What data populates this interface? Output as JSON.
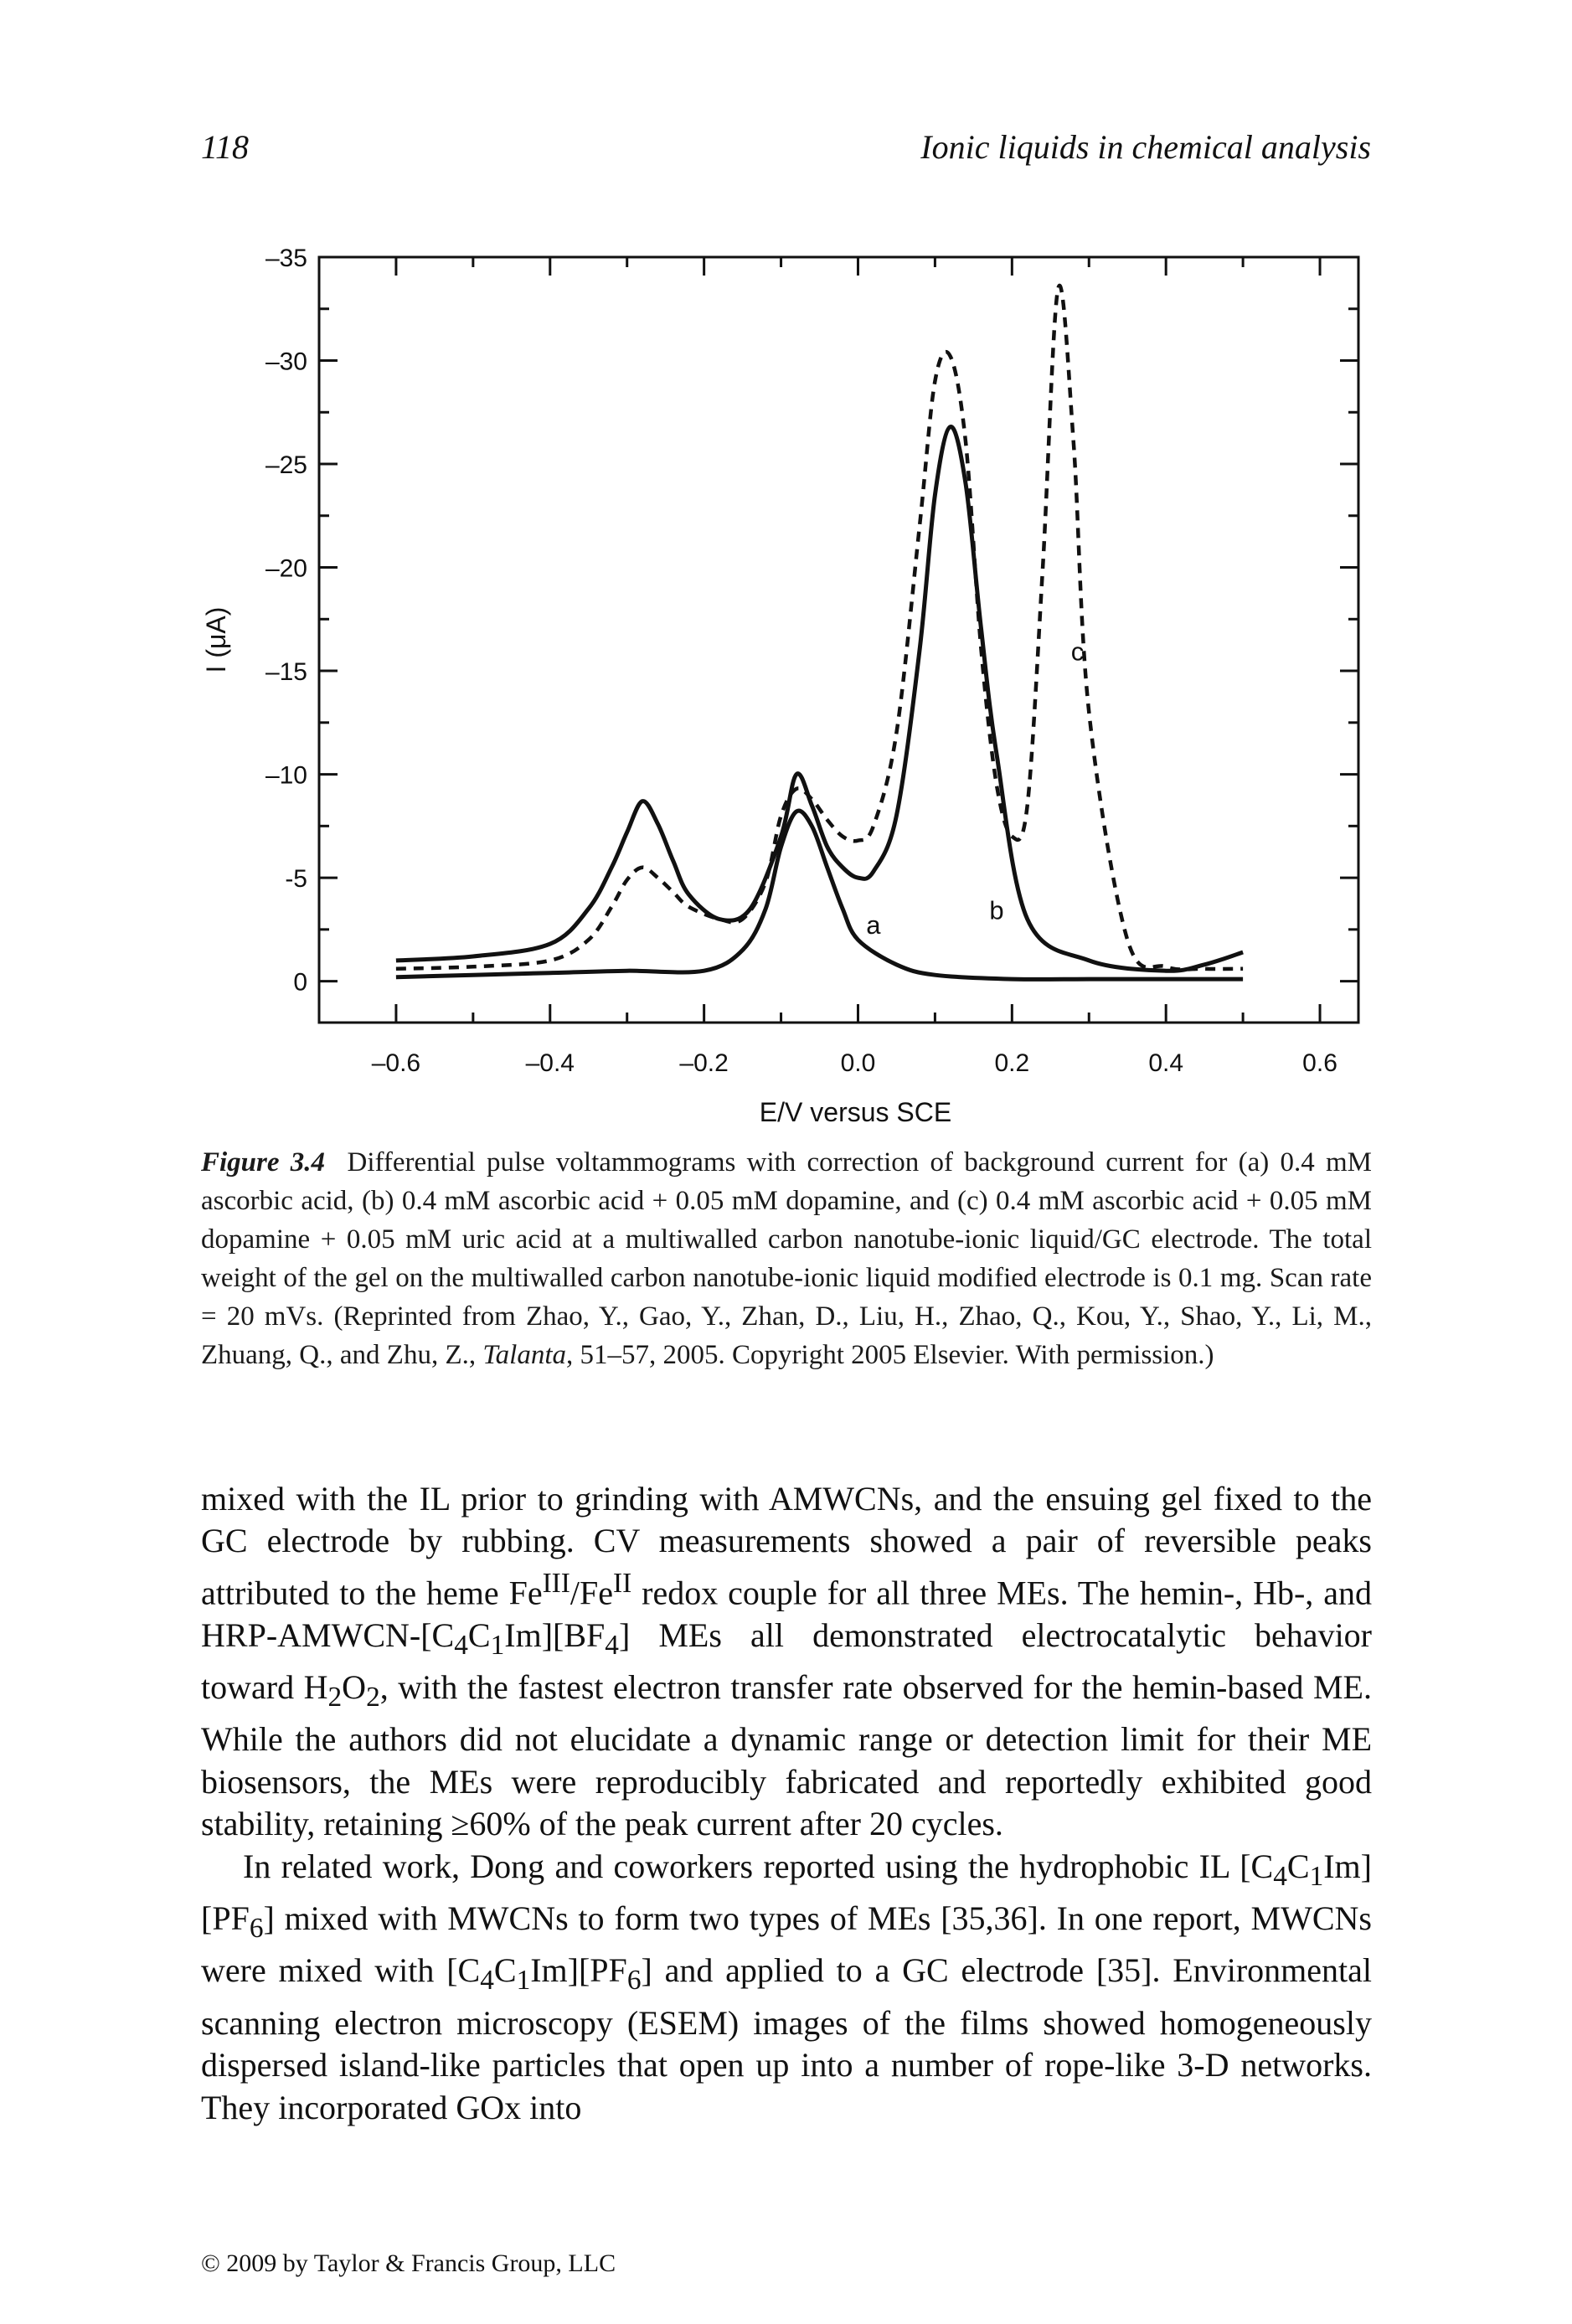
{
  "header": {
    "page_number": "118",
    "book_title": "Ionic liquids in chemical analysis"
  },
  "chart_data": {
    "type": "line",
    "xlabel": "E/V versus SCE",
    "ylabel": "I (μA)",
    "xlim": [
      -0.7,
      0.65
    ],
    "ylim": [
      2,
      -35
    ],
    "x_ticks": [
      -0.6,
      -0.4,
      -0.2,
      0.0,
      0.2,
      0.4,
      0.6
    ],
    "x_tick_labels": [
      "–0.6",
      "–0.4",
      "–0.2",
      "0.0",
      "0.2",
      "0.4",
      "0.6"
    ],
    "y_ticks": [
      0,
      -5,
      -10,
      -15,
      -20,
      -25,
      -30,
      -35
    ],
    "y_tick_labels": [
      "0",
      "-5",
      "–10",
      "–15",
      "–20",
      "–25",
      "–30",
      "–35"
    ],
    "grid": false,
    "series": [
      {
        "name": "a",
        "style": "solid",
        "x": [
          -0.6,
          -0.5,
          -0.4,
          -0.3,
          -0.2,
          -0.15,
          -0.12,
          -0.1,
          -0.08,
          -0.06,
          -0.04,
          -0.02,
          0.0,
          0.05,
          0.1,
          0.2,
          0.3,
          0.4,
          0.5
        ],
        "y": [
          -0.2,
          -0.3,
          -0.4,
          -0.5,
          -0.5,
          -1.5,
          -3.5,
          -6.5,
          -8.2,
          -7.5,
          -5.5,
          -3.5,
          -2.0,
          -0.8,
          -0.3,
          -0.1,
          -0.1,
          -0.1,
          -0.1
        ]
      },
      {
        "name": "b",
        "style": "solid",
        "x": [
          -0.6,
          -0.5,
          -0.4,
          -0.35,
          -0.32,
          -0.3,
          -0.28,
          -0.26,
          -0.24,
          -0.22,
          -0.18,
          -0.14,
          -0.1,
          -0.08,
          -0.06,
          -0.04,
          -0.02,
          0.0,
          0.02,
          0.05,
          0.08,
          0.1,
          0.12,
          0.14,
          0.16,
          0.18,
          0.22,
          0.3,
          0.4,
          0.45,
          0.5
        ],
        "y": [
          -1.0,
          -1.2,
          -1.8,
          -3.5,
          -5.5,
          -7.2,
          -8.7,
          -7.6,
          -5.8,
          -4.2,
          -3.0,
          -3.5,
          -7.0,
          -10.0,
          -8.5,
          -6.5,
          -5.5,
          -5.0,
          -5.3,
          -8.0,
          -16.0,
          -23.5,
          -26.8,
          -24.0,
          -17.0,
          -11.0,
          -3.0,
          -1.0,
          -0.5,
          -0.8,
          -1.4
        ]
      },
      {
        "name": "c",
        "style": "dashed",
        "x": [
          -0.6,
          -0.5,
          -0.4,
          -0.35,
          -0.32,
          -0.3,
          -0.28,
          -0.26,
          -0.24,
          -0.22,
          -0.18,
          -0.15,
          -0.12,
          -0.1,
          -0.08,
          -0.06,
          -0.04,
          -0.02,
          0.0,
          0.02,
          0.05,
          0.08,
          0.1,
          0.12,
          0.14,
          0.16,
          0.18,
          0.2,
          0.22,
          0.24,
          0.26,
          0.28,
          0.3,
          0.35,
          0.4,
          0.45,
          0.5
        ],
        "y": [
          -0.6,
          -0.7,
          -1.0,
          -2.0,
          -3.6,
          -4.9,
          -5.5,
          -5.0,
          -4.3,
          -3.6,
          -3.0,
          -3.0,
          -4.8,
          -8.0,
          -9.3,
          -8.8,
          -7.8,
          -7.0,
          -6.8,
          -7.5,
          -12.0,
          -22.0,
          -29.0,
          -30.2,
          -26.0,
          -16.0,
          -9.5,
          -7.0,
          -8.5,
          -20.0,
          -33.5,
          -26.0,
          -13.0,
          -2.0,
          -0.7,
          -0.6,
          -0.6
        ]
      }
    ],
    "annotations": [
      {
        "text": "a",
        "x": 0.02,
        "y": -2.3
      },
      {
        "text": "b",
        "x": 0.18,
        "y": -3.0
      },
      {
        "text": "c",
        "x": 0.285,
        "y": -15.5
      }
    ]
  },
  "caption": {
    "label": "Figure 3.4",
    "text": "Differential pulse voltammograms with correction of background current for (a) 0.4 mM ascorbic acid, (b) 0.4 mM ascorbic acid + 0.05 mM dopamine, and (c) 0.4 mM ascorbic acid + 0.05 mM dopamine + 0.05 mM uric acid at a multiwalled carbon nanotube-ionic liquid/GC electrode. The total weight of the gel on the multiwalled carbon nanotube-ionic liquid modified electrode is 0.1 mg. Scan rate = 20 mVs. (Reprinted from Zhao, Y., Gao, Y., Zhan, D., Liu, H., Zhao, Q., Kou, Y., Shao, Y., Li, M., Zhuang, Q., and Zhu, Z., ",
    "journal": "Talanta",
    "text_end": ", 51–57, 2005. Copyright 2005 Elsevier. With permission.)"
  },
  "body": {
    "p1": {
      "s1": "mixed with the IL prior to grinding with AMWCNs, and the ensuing gel fixed to the GC electrode by rubbing. CV measurements showed a pair of reversible peaks attributed to the heme Fe",
      "sup1": "III",
      "s2": "/Fe",
      "sup2": "II",
      "s3": " redox couple for all three MEs. The hemin-, Hb-, and HRP-AMWCN-[C",
      "sub1": "4",
      "s4": "C",
      "sub2": "1",
      "s5": "Im][BF",
      "sub3": "4",
      "s6": "] MEs all demonstrated electrocatalytic behavior toward H",
      "sub4": "2",
      "s7": "O",
      "sub5": "2",
      "s8": ", with the fastest electron transfer rate observed for the hemin-based ME. While the authors did not elucidate a dynamic range or detection limit for their ME biosensors, the MEs were reproducibly fabricated and reportedly exhibited good stability, retaining ≥60% of the peak current after 20 cycles."
    },
    "p2": {
      "s1": "In related work, Dong and coworkers reported using the hydrophobic IL [C",
      "sub1": "4",
      "s2": "C",
      "sub2": "1",
      "s3": "Im][PF",
      "sub3": "6",
      "s4": "] mixed with MWCNs to form two types of MEs [35,36]. In one report, MWCNs were mixed with [C",
      "sub4": "4",
      "s5": "C",
      "sub5": "1",
      "s6": "Im][PF",
      "sub6": "6",
      "s7": "] and applied to a GC electrode [35]. Environmental scanning electron microscopy (ESEM) images of the films showed homogeneously dispersed island-like particles that open up into a number of rope-like 3-D networks. They incorporated GOx into"
    }
  },
  "footer": {
    "copyright": "© 2009 by Taylor & Francis Group, LLC"
  }
}
